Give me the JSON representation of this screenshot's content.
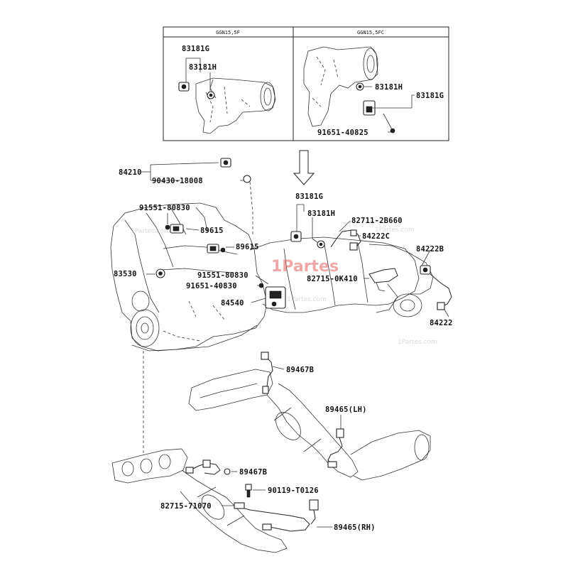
{
  "inset": {
    "left_header": "GGN15,5F",
    "right_header": "GGN15,5FC"
  },
  "labels": {
    "inset_83181g_left": "83181G",
    "inset_83181h_left": "83181H",
    "inset_83181h_right": "83181H",
    "inset_83181g_right": "83181G",
    "inset_91651_40825": "91651-40825",
    "p_84210": "84210",
    "p_90430_18008": "90430-18008",
    "p_83181g": "83181G",
    "p_83181h": "83181H",
    "p_82711_2b660": "82711-2B660",
    "p_84222c": "84222C",
    "p_84222b": "84222B",
    "p_91551_80830_a": "91551-80830",
    "p_89615_a": "89615",
    "p_89615_b": "89615",
    "p_83530": "83530",
    "p_91551_80830_b": "91551-80830",
    "p_82715_0k410": "82715-0K410",
    "p_91651_40830": "91651-40830",
    "p_84540": "84540",
    "p_84222": "84222",
    "p_89467b_upper": "89467B",
    "p_89465_lh": "89465(LH)",
    "p_89467b_lower": "89467B",
    "p_90119_t0126": "90119-T0126",
    "p_82715_71070": "82715-71070",
    "p_89465_rh": "89465(RH)"
  },
  "watermark": {
    "logo": "1Partes",
    "site_1": "1Partes.com",
    "site_2": "1Partes.com",
    "site_3": "1Partes.com",
    "site_4": "1Partes.com"
  },
  "colors": {
    "line": "#222222",
    "watermark_red": "#e06060",
    "watermark_gray": "#c8c8c8"
  }
}
